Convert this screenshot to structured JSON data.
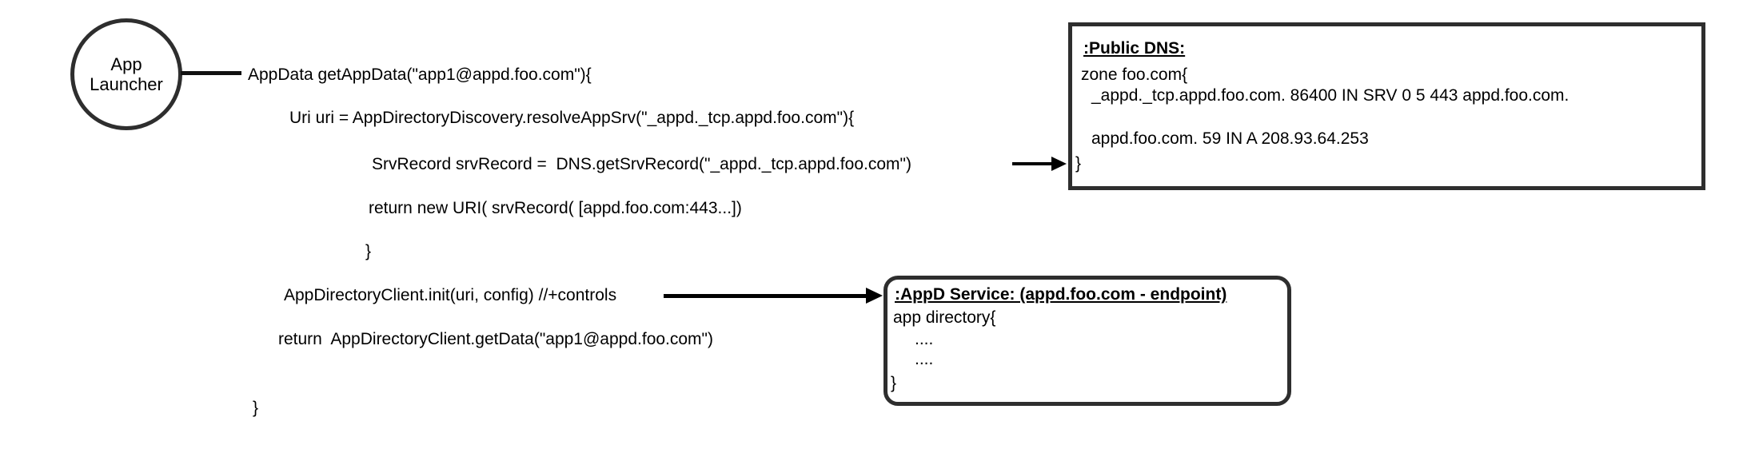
{
  "actor": {
    "label_line1": "App",
    "label_line2": "Launcher"
  },
  "code": {
    "lines": [
      "AppData getAppData(\"app1@appd.foo.com\"){",
      "Uri uri = AppDirectoryDiscovery.resolveAppSrv(\"_appd._tcp.appd.foo.com\"){",
      "SrvRecord srvRecord =  DNS.getSrvRecord(\"_appd._tcp.appd.foo.com\")",
      "return new URI( srvRecord( [appd.foo.com:443...])",
      "}",
      "AppDirectoryClient.init(uri, config) //+controls",
      "return  AppDirectoryClient.getData(\"app1@appd.foo.com\")",
      "}"
    ]
  },
  "dns_box": {
    "title": ":Public DNS:",
    "lines": [
      "zone foo.com{",
      "_appd._tcp.appd.foo.com. 86400 IN SRV 0 5 443 appd.foo.com.",
      "appd.foo.com. 59 IN A 208.93.64.253",
      "}"
    ]
  },
  "appd_box": {
    "title": ":AppD Service: (appd.foo.com - endpoint)",
    "lines": [
      "app directory{",
      "....",
      "....",
      "}"
    ]
  },
  "colors": {
    "ink": "#000000",
    "border": "#2e2e2e",
    "background": "#ffffff"
  }
}
